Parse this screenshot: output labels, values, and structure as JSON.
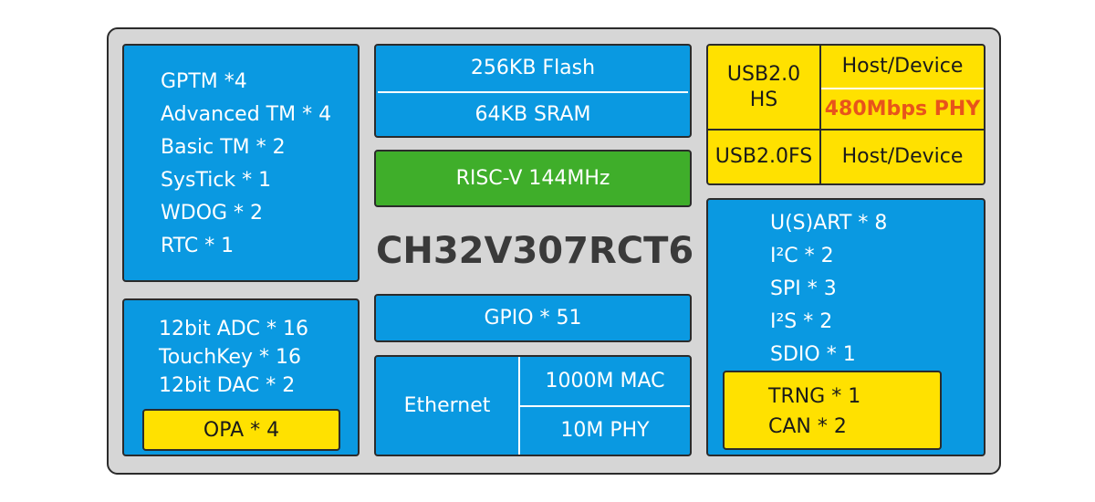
{
  "chip_name": "CH32V307RCT6",
  "timers": {
    "items": [
      "GPTM *4",
      "Advanced TM * 4",
      "Basic TM * 2",
      "SysTick  * 1",
      "WDOG * 2",
      "RTC * 1"
    ]
  },
  "analog": {
    "items": [
      "12bit ADC * 16",
      "TouchKey * 16",
      "12bit  DAC * 2"
    ],
    "opa": "OPA * 4"
  },
  "memory": {
    "flash": "256KB Flash",
    "sram": "64KB SRAM"
  },
  "cpu": "RISC-V  144MHz",
  "gpio": "GPIO * 51",
  "ethernet": {
    "label": "Ethernet",
    "mac": "1000M  MAC",
    "phy": "10M  PHY"
  },
  "usb": {
    "hs_label": "USB2.0\nHS",
    "hs_line1": "USB2.0",
    "hs_line2": "HS",
    "hs_mode": "Host/Device",
    "hs_phy": "480Mbps PHY",
    "fs_label": "USB2.0FS",
    "fs_mode": "Host/Device"
  },
  "comm": {
    "items": [
      "U(S)ART * 8",
      "I²C * 2",
      "SPI * 3",
      "I²S * 2",
      "SDIO * 1"
    ],
    "security": [
      "TRNG * 1",
      "CAN * 2"
    ]
  },
  "colors": {
    "block_blue": "#0a99e1",
    "block_yellow": "#ffe100",
    "block_green": "#3fae2a",
    "background_gray": "#d6d6d6",
    "accent_orange": "#e8541b"
  }
}
